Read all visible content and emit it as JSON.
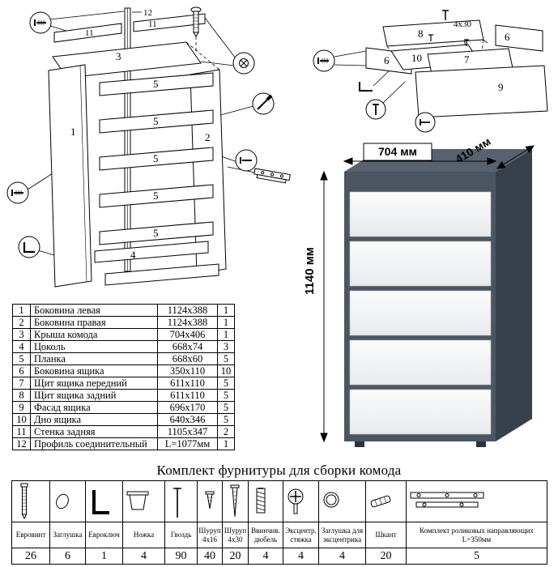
{
  "left_diagram": {
    "part1": "1",
    "part2": "2",
    "part3": "3",
    "part4": "4",
    "part5": "5",
    "part11": "11",
    "part12": "12"
  },
  "right_diagram": {
    "part6": "6",
    "part7": "7",
    "part8": "8",
    "part9": "9",
    "part10": "10",
    "screw_note": "4х30"
  },
  "product": {
    "width_label": "704 мм",
    "depth_label": "410 мм",
    "height_label": "1140 мм",
    "colors": {
      "front": "#4b5662",
      "side": "#37404b",
      "top": "#57626e",
      "drawer_top": "#fbfbfb",
      "drawer_bottom": "#e7eaec"
    }
  },
  "parts_table": {
    "rows": [
      [
        "1",
        "Боковина левая",
        "1124x388",
        "1"
      ],
      [
        "2",
        "Боковина правая",
        "1124x388",
        "1"
      ],
      [
        "3",
        "Крыша комода",
        "704x406",
        "1"
      ],
      [
        "4",
        "Цоколь",
        "668x74",
        "3"
      ],
      [
        "5",
        "Планка",
        "668x60",
        "5"
      ],
      [
        "6",
        "Боковина ящика",
        "350x110",
        "10"
      ],
      [
        "7",
        "Щит ящика передний",
        "611x110",
        "5"
      ],
      [
        "8",
        "Щит ящика задний",
        "611x110",
        "5"
      ],
      [
        "9",
        "Фасад ящика",
        "696x170",
        "5"
      ],
      [
        "10",
        "Дно ящика",
        "640x346",
        "5"
      ],
      [
        "11",
        "Стенка задняя",
        "1105x347",
        "2"
      ],
      [
        "12",
        "Профиль соединительный",
        "L=1077мм",
        "1"
      ]
    ]
  },
  "hardware": {
    "title": "Комплект фурнитуры для сборки комода",
    "items": [
      {
        "name": "Евровинт",
        "qty": "26"
      },
      {
        "name": "Заглушка",
        "qty": "6"
      },
      {
        "name": "Евроключ",
        "qty": "1"
      },
      {
        "name": "Ножка",
        "qty": "4"
      },
      {
        "name": "Гвоздь",
        "qty": "90"
      },
      {
        "name": "Шуруп 4х16",
        "qty": "40"
      },
      {
        "name": "Шуруп 4х30",
        "qty": "20"
      },
      {
        "name": "Ввинчив. дюбель",
        "qty": "4"
      },
      {
        "name": "Эксцентр. стяжка",
        "qty": "4"
      },
      {
        "name": "Заглушка для эксцентрика",
        "qty": "4"
      },
      {
        "name": "Шкант",
        "qty": "20"
      },
      {
        "name": "Комплект роликовых направляющих L=350мм",
        "qty": "5"
      }
    ]
  }
}
